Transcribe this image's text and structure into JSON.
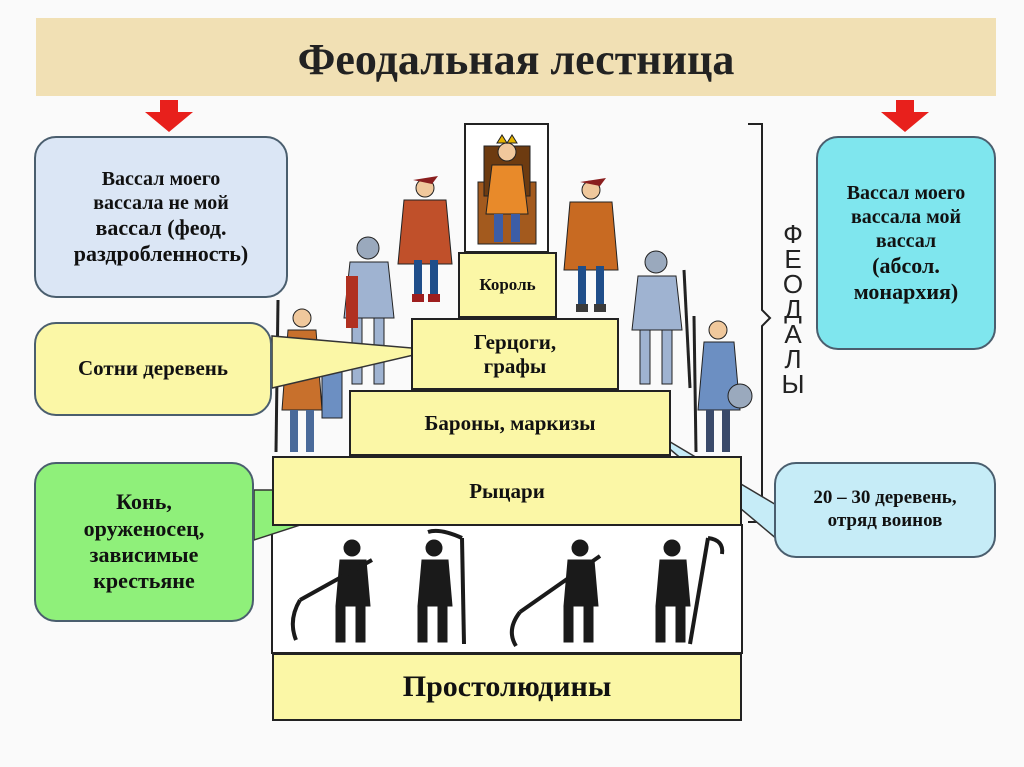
{
  "title": "Феодальная лестница",
  "boxes": {
    "left_top": [
      "Вассал моего",
      "вассала не мой",
      "вассал (феод.",
      "раздробленность)"
    ],
    "right_top": [
      "Вассал моего",
      "вассала мой",
      "вассал",
      "(абсол.",
      "монархия)"
    ],
    "left_mid": "Сотни деревень",
    "left_bottom": [
      "Конь,",
      "оруженосец,",
      "зависимые",
      "крестьяне"
    ],
    "right_bottom": [
      "20 – 30 деревень,",
      "отряд воинов"
    ]
  },
  "steps": {
    "king": "Король",
    "dukes": [
      "Герцоги,",
      "графы"
    ],
    "barons": "Бароны, маркизы",
    "knights": "Рыцари",
    "commoners": "Простолюдины"
  },
  "bracket_label": [
    "Ф",
    "Е",
    "О",
    "Д",
    "А",
    "Л",
    "Ы"
  ],
  "colors": {
    "title_bg": "#f1e0b4",
    "arrow": "#e8201c",
    "box_blue": "#dbe6f5",
    "box_cyan": "#7fe6ee",
    "box_yellow": "#fbf7a6",
    "box_green": "#8ff07a",
    "box_lightblue": "#c6ecf7",
    "step_yellow": "#fbf7a6"
  }
}
